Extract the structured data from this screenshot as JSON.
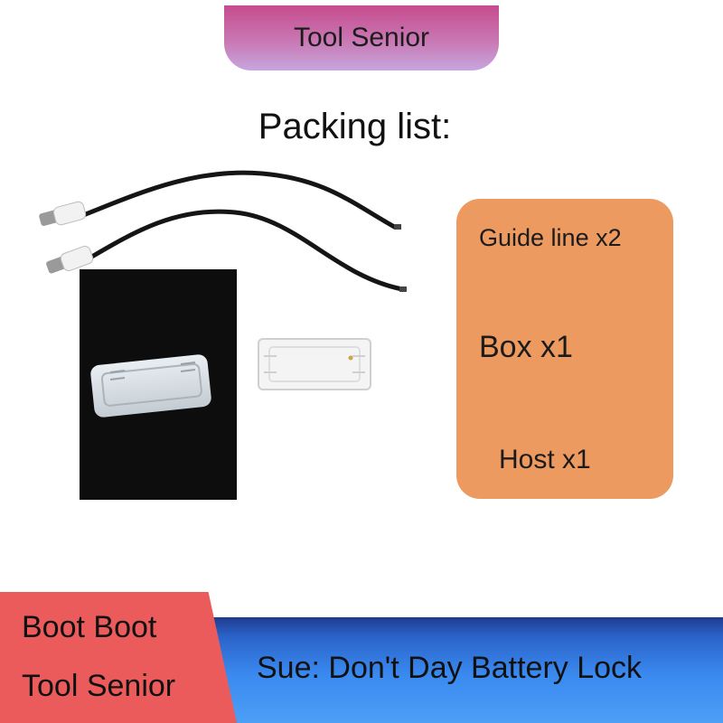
{
  "brand": {
    "title": "Tool Senior"
  },
  "heading": "Packing list:",
  "photo_items": [
    "guide-cables",
    "black-pouch",
    "clear-box",
    "white-host-device"
  ],
  "packing_list": [
    {
      "label": "Guide line x2"
    },
    {
      "label": "Box x1"
    },
    {
      "label": "Host x1"
    }
  ],
  "footer": {
    "corner_lines": [
      "Boot Boot",
      "Tool Senior"
    ],
    "note": "Sue: Don't Day Battery Lock"
  },
  "colors": {
    "brand_tab": "#c964a4",
    "list_card": "#ec9a5f",
    "footer_band": "#3a8af0",
    "corner_label": "#ec5b5b"
  }
}
